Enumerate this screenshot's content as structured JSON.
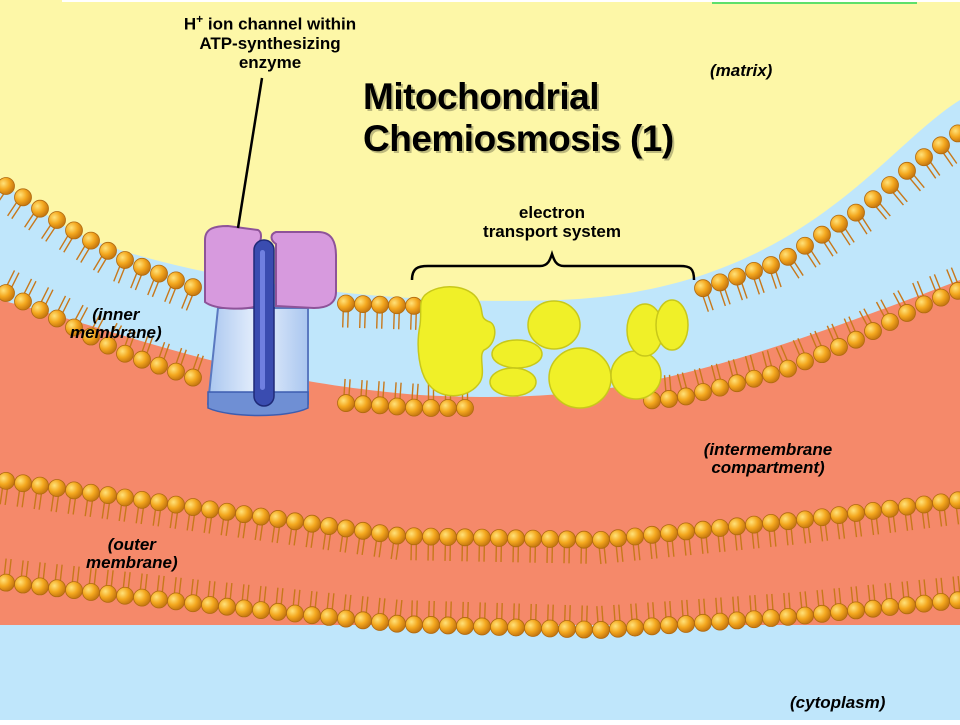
{
  "title": {
    "line1": "Mitochondrial",
    "line2": "Chemiosmosis (1)"
  },
  "labels": {
    "enzyme_line1": "H",
    "enzyme_line1_sup": "+",
    "enzyme_line1_rest": " ion channel within",
    "enzyme_line2": "ATP-synthesizing",
    "enzyme_line3": "enzyme",
    "matrix": "(matrix)",
    "ets_line1": "electron",
    "ets_line2": "transport system",
    "inner_line1": "(inner",
    "inner_line2": "membrane)",
    "intermembrane_line1": "(intermembrane",
    "intermembrane_line2": "compartment)",
    "outer_line1": "(outer",
    "outer_line2": "membrane)",
    "cytoplasm": "(cytoplasm)"
  },
  "colors": {
    "matrix": "#fdf7a7",
    "intermembrane": "#f5896a",
    "cytoplasm": "#bfe6fb",
    "phospholipid_head": "#f4a81f",
    "phospholipid_tail": "#c7781b",
    "ets_protein": "#f0f028",
    "enzyme_top": "#d79ade",
    "enzyme_body": "#c4daf5",
    "enzyme_channel": "#3a4cb0",
    "top_accent": "#5ee06a"
  }
}
